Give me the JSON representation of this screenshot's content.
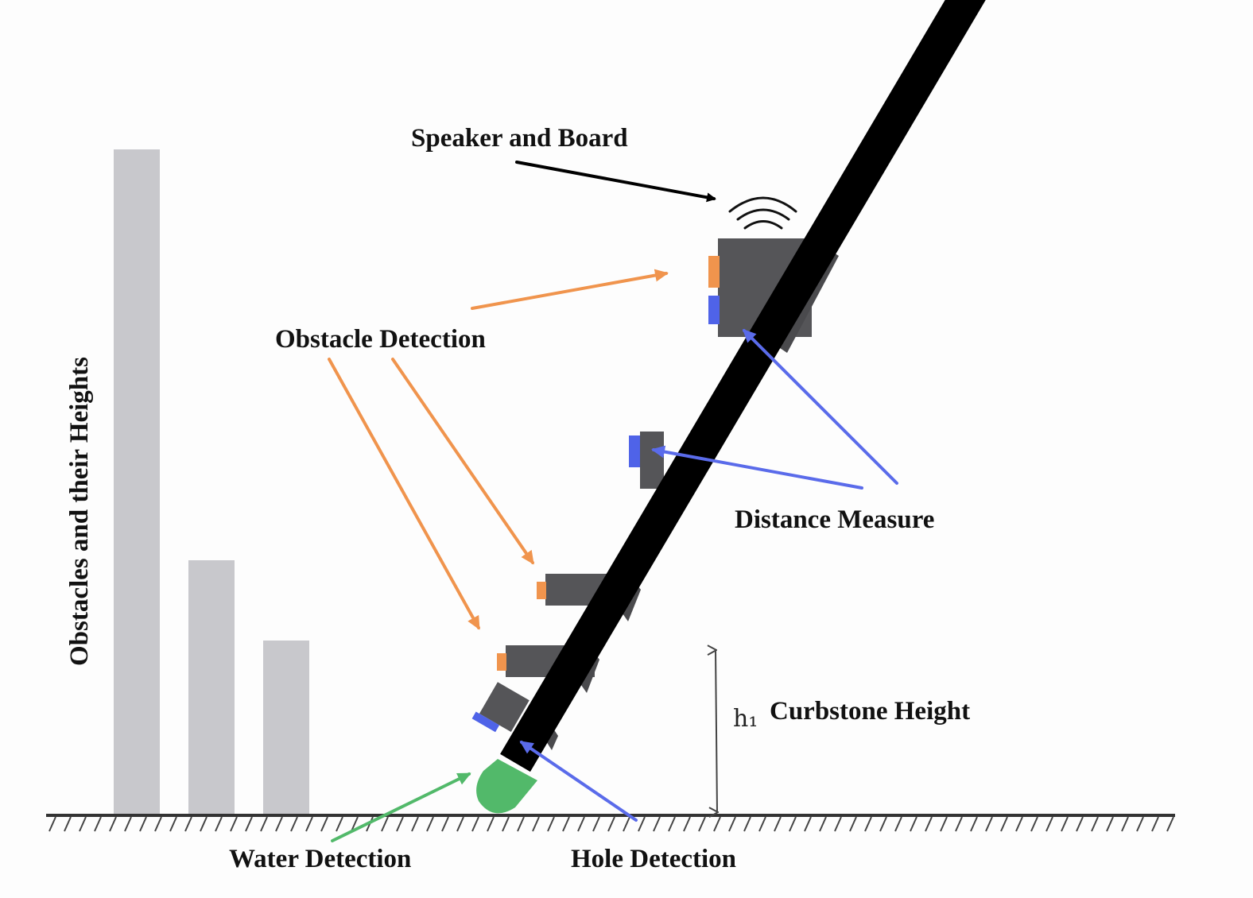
{
  "labels": {
    "speaker_board": "Speaker and Board",
    "obstacle_detection": "Obstacle Detection",
    "obstacles_heights": "Obstacles and their Heights",
    "distance_measure": "Distance Measure",
    "curbstone_symbol": "h₁",
    "curbstone_height": "Curbstone Height",
    "water_detection": "Water Detection",
    "hole_detection": "Hole Detection"
  },
  "colors": {
    "cane": "#000000",
    "sensor_body": "#555558",
    "obstacle_sensor": "#F0944D",
    "distance_sensor": "#4F63E8",
    "water_sensor": "#52B96A",
    "obstacle_bar": "#C8C8CC",
    "ground": "#333333",
    "label_arrow_black": "#000000",
    "label_arrow_orange": "#F0944D",
    "label_arrow_blue": "#5A6BEA",
    "label_arrow_green": "#52B96A"
  },
  "icons": {
    "speaker": "sound-waves-icon"
  }
}
